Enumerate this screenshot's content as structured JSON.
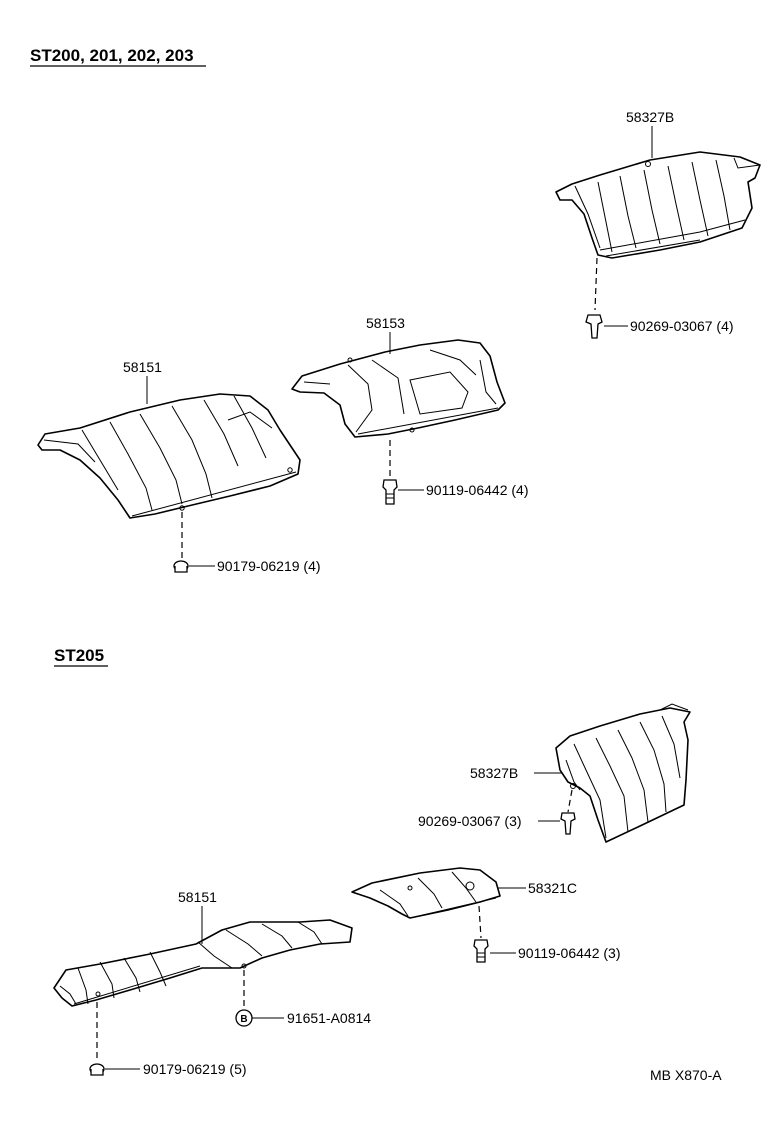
{
  "sections": [
    {
      "title": "ST200, 201, 202, 203"
    },
    {
      "title": "ST205"
    }
  ],
  "parts": {
    "top_58327B": "58327B",
    "top_clip": "90269-03067 (4)",
    "top_58153": "58153",
    "top_bolt_58153": "90119-06442 (4)",
    "top_58151": "58151",
    "top_nut_58151": "90179-06219 (4)",
    "bot_58327B": "58327B",
    "bot_clip": "90269-03067 (3)",
    "bot_58321C": "58321C",
    "bot_bolt": "90119-06442 (3)",
    "bot_58151": "58151",
    "bot_B_symbol": "B",
    "bot_B_part": "91651-A0814",
    "bot_nut": "90179-06219 (5)"
  },
  "drawing_code": "MB X870-A"
}
